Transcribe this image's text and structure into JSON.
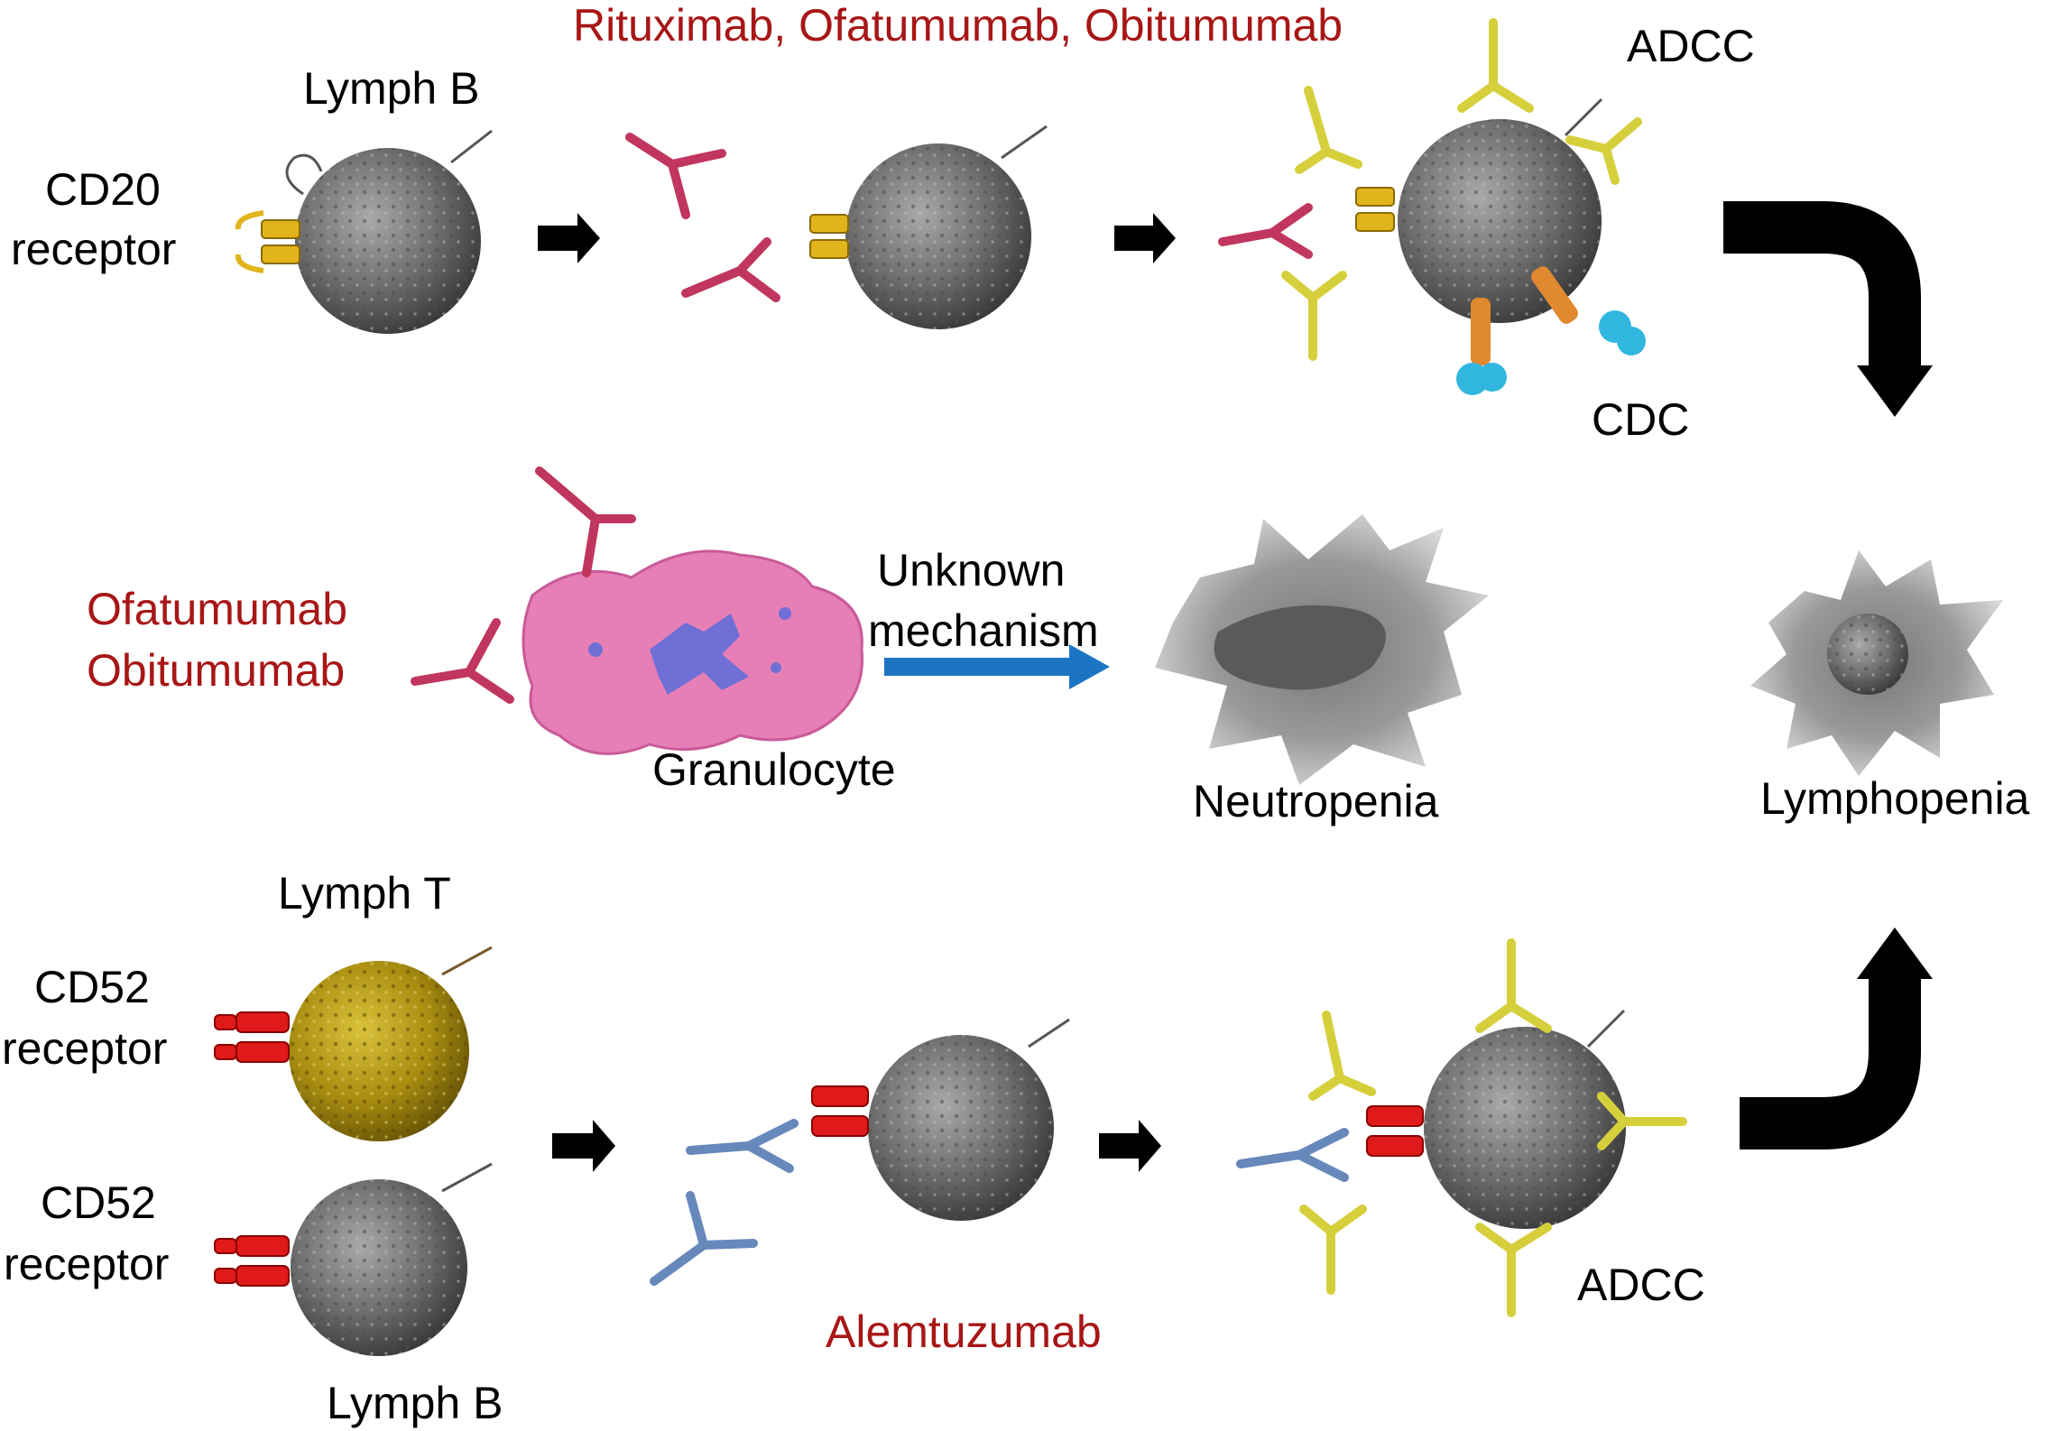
{
  "labels": {
    "top_drugs": "Rituximab, Ofatumumab, Obitumumab",
    "lymph_b_top": "Lymph B",
    "cd20_line1": "CD20",
    "cd20_line2": "receptor",
    "adcc_top": "ADCC",
    "cdc": "CDC",
    "ofatumumab": "Ofatumumab",
    "obitumumab": "Obitumumab",
    "unknown_line1": "Unknown",
    "unknown_line2": "mechanism",
    "granulocyte": "Granulocyte",
    "neutropenia": "Neutropenia",
    "lymphopenia": "Lymphopenia",
    "lymph_t": "Lymph T",
    "cd52a_line1": "CD52",
    "cd52a_line2": "receptor",
    "cd52b_line1": "CD52",
    "cd52b_line2": "receptor",
    "lymph_b_bottom": "Lymph B",
    "alemtuzumab": "Alemtuzumab",
    "adcc_bottom": "ADCC"
  },
  "colors": {
    "drug_text": "#a81616",
    "b_cell": "#6e6e6e",
    "t_cell": "#b39a12",
    "cd20_receptor": "#e2b41c",
    "cd52_receptor": "#e01a1a",
    "anti_cd20_antibody": "#c0365e",
    "alemtuzumab_antibody": "#6688bb",
    "effector_antibody": "#d6cf3c",
    "complement_stalk": "#e0892e",
    "complement_head": "#31b6df",
    "granulocyte": "#e77fb6",
    "granulocyte_nucleus": "#6f6fd6",
    "unknown_arrow": "#1b75c2",
    "flow_arrow": "#000000"
  }
}
